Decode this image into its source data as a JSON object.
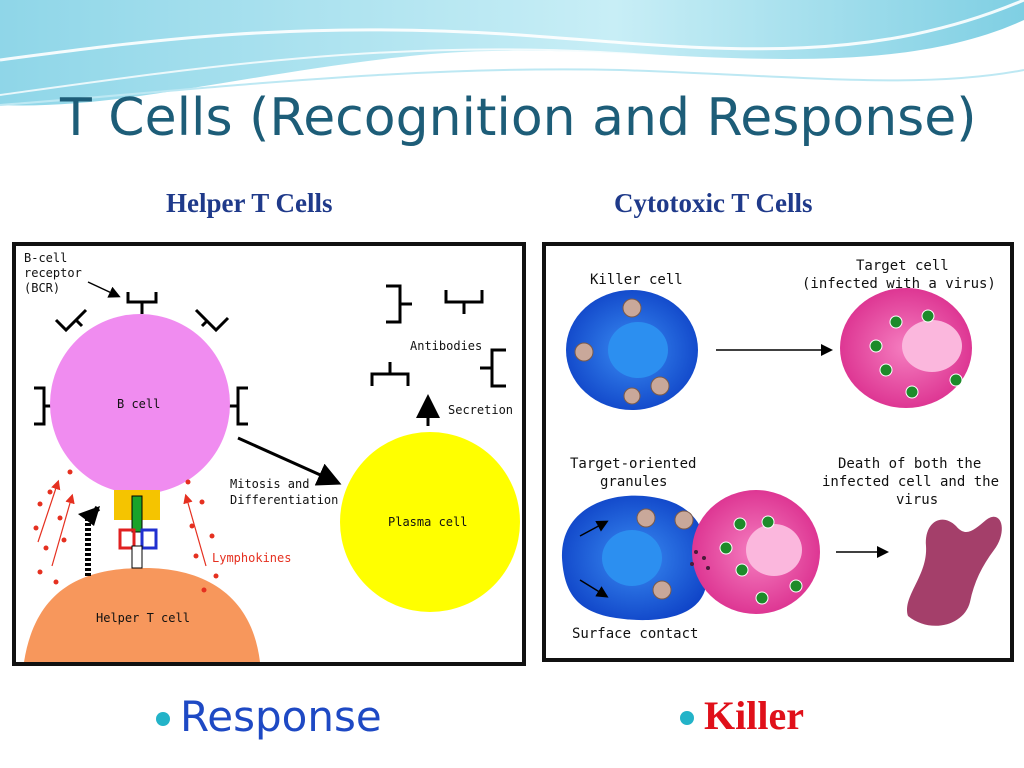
{
  "slide": {
    "title": "T Cells (Recognition and Response)",
    "colors": {
      "title": "#1d5d78",
      "heading": "#1f3a8a",
      "accent": "#23b3c8",
      "response": "#1e49c4",
      "killer": "#e0101a"
    }
  },
  "left": {
    "heading": "Helper T Cells",
    "labels": {
      "bcr": [
        "B-cell",
        "receptor",
        "(BCR)"
      ],
      "b_cell": "B cell",
      "antibodies": "Antibodies",
      "secretion": "Secretion",
      "mitosis": [
        "Mitosis and",
        "Differentiation"
      ],
      "plasma_cell": "Plasma cell",
      "lymphokines": "Lymphokines",
      "helper_t_cell": "Helper T cell"
    },
    "bullet": "Response"
  },
  "right": {
    "heading": "Cytotoxic T Cells",
    "labels": {
      "killer_cell": "Killer cell",
      "target_cell": [
        "Target cell",
        "(infected with a virus)"
      ],
      "granules": [
        "Target-oriented",
        "granules"
      ],
      "death": [
        "Death of both the",
        "infected cell and the",
        "virus"
      ],
      "surface_contact": "Surface contact"
    },
    "bullet": "Killer"
  }
}
